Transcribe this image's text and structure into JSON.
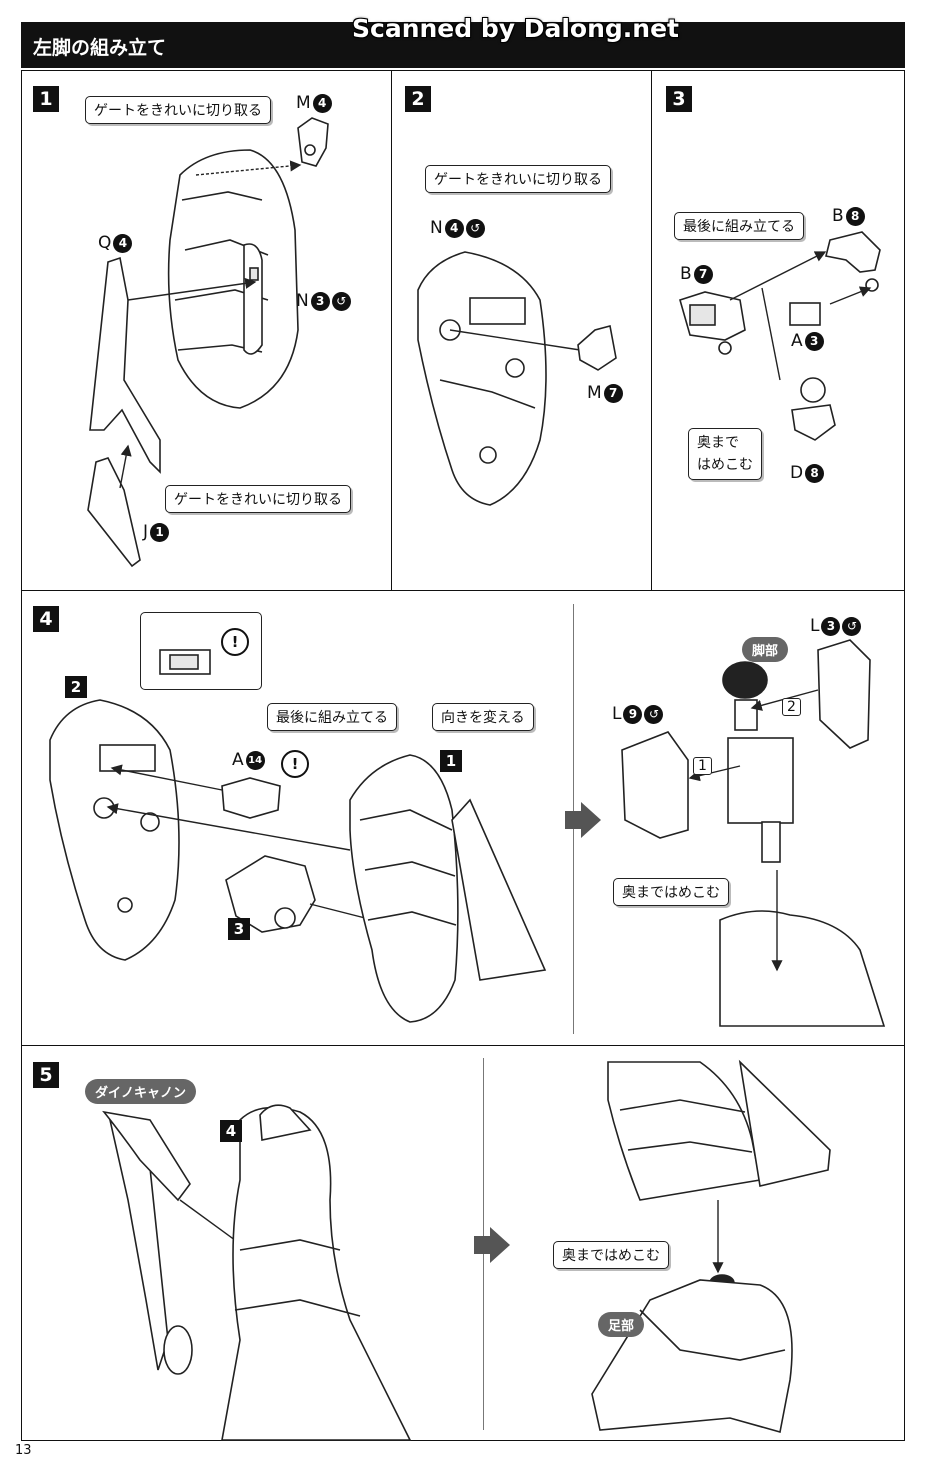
{
  "header": {
    "title": "左脚の組み立て",
    "watermark": "Scanned by Dalong.net"
  },
  "page_number": "13",
  "steps": {
    "s1": "1",
    "s2": "2",
    "s3": "3",
    "s4": "4",
    "s5": "5",
    "ref_s4_2": "2",
    "ref_s4_1": "1",
    "ref_s4_3": "3",
    "ref_s5_4": "4"
  },
  "callouts": {
    "gate_clean_1": "ゲートをきれいに切り取る",
    "gate_clean_2": "ゲートをきれいに切り取る",
    "gate_clean_3": "ゲートをきれいに切り取る",
    "assemble_last_1": "最後に組み立てる",
    "assemble_last_2": "最後に組み立てる",
    "change_direction": "向きを変える",
    "push_fully_1a": "奥まで",
    "push_fully_1b": "はめこむ",
    "push_fully_2": "奥まではめこむ",
    "push_fully_3": "奥まではめこむ"
  },
  "pills": {
    "leg": "脚部",
    "dino_cannon": "ダイノキャノン",
    "foot": "足部"
  },
  "parts": {
    "p1_M": {
      "letter": "M",
      "num": "4"
    },
    "p1_Q": {
      "letter": "Q",
      "num": "4"
    },
    "p1_N": {
      "letter": "N",
      "num": "3"
    },
    "p1_J": {
      "letter": "J",
      "num": "1"
    },
    "p2_N": {
      "letter": "N",
      "num": "4"
    },
    "p2_M": {
      "letter": "M",
      "num": "7"
    },
    "p3_B8": {
      "letter": "B",
      "num": "8"
    },
    "p3_B7": {
      "letter": "B",
      "num": "7"
    },
    "p3_A3": {
      "letter": "A",
      "num": "3"
    },
    "p3_D8": {
      "letter": "D",
      "num": "8"
    },
    "p4_A": {
      "letter": "A",
      "num": "14"
    },
    "p4_L3": {
      "letter": "L",
      "num": "3"
    },
    "p4_L9": {
      "letter": "L",
      "num": "9"
    }
  },
  "sequence_marks": {
    "first": "1",
    "second": "2"
  },
  "alert_symbol": "!",
  "rotate_symbol": "↺"
}
